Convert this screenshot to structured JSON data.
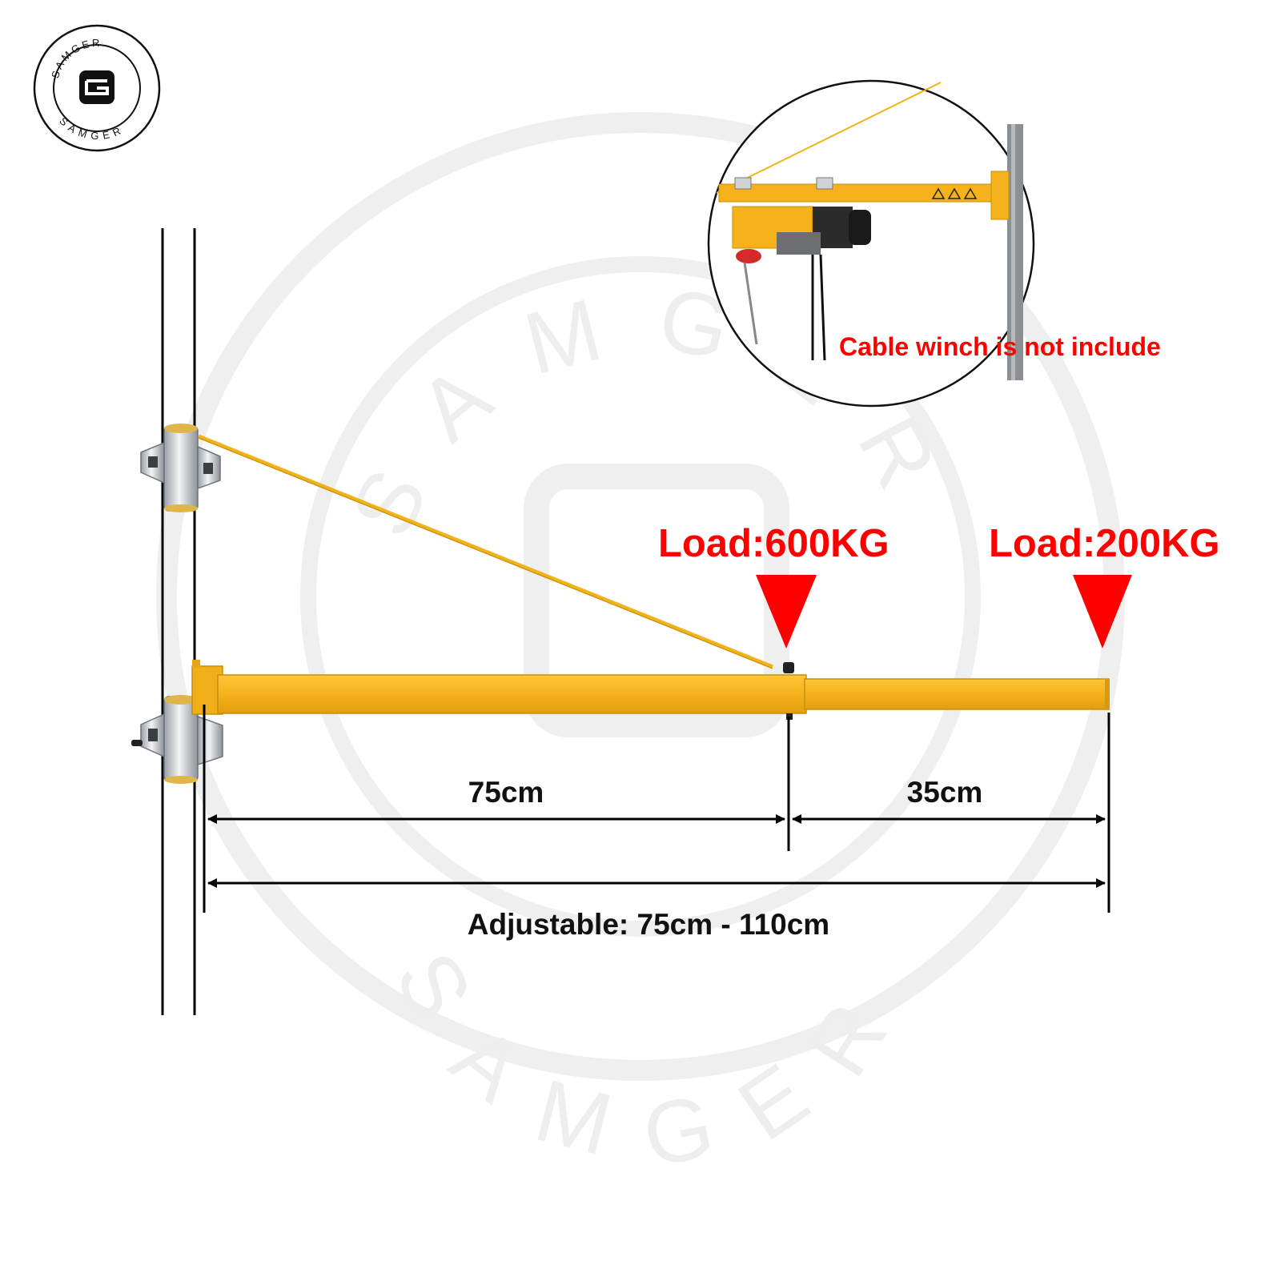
{
  "logo": {
    "brand_top": "SAMGER",
    "brand_bottom": "SAMGER",
    "monogram": "G"
  },
  "watermark": {
    "text_top": "SAMGER",
    "text_bottom": "SAMGER"
  },
  "inset": {
    "note": "Cable winch is not include"
  },
  "loads": {
    "inner": "Load:600KG",
    "outer": "Load:200KG"
  },
  "dimensions": {
    "fixed_length": "75cm",
    "extension_length": "35cm",
    "adjustable_range": "Adjustable: 75cm - 110cm"
  },
  "colors": {
    "arm_yellow": "#F5B21B",
    "arm_edge": "#D89A10",
    "load_red": "#FF0000",
    "dimension_black": "#000000",
    "clamp_silver": "#C9CDD1",
    "watermark": "#EBEBEB"
  }
}
